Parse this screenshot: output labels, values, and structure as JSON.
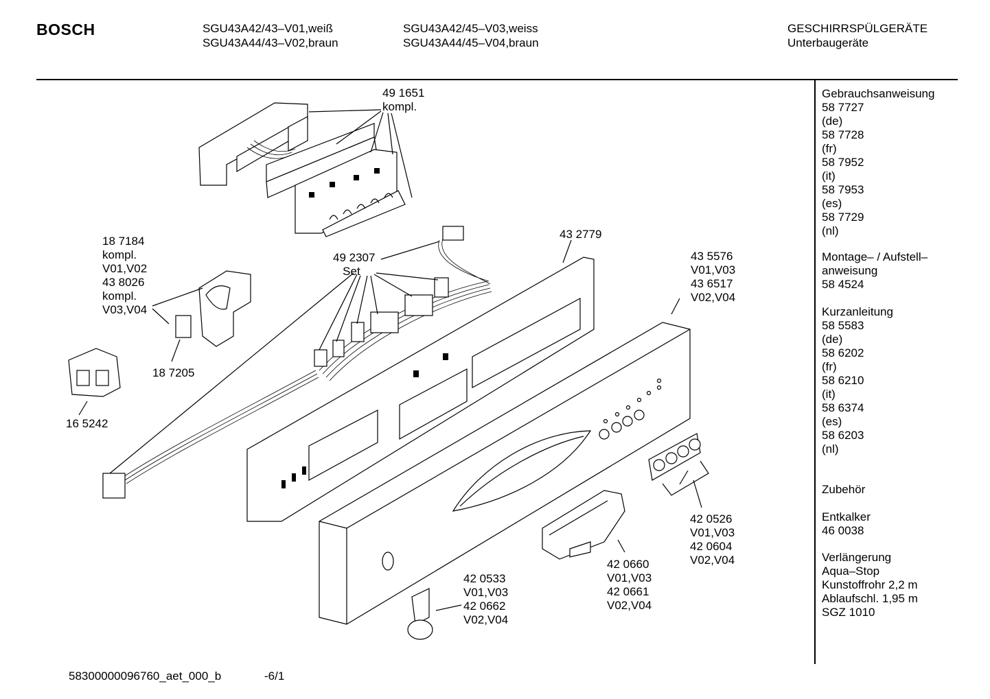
{
  "header": {
    "brand": "BOSCH",
    "models_col1": [
      "SGU43A42/43–V01,weiß",
      "SGU43A44/43–V02,braun"
    ],
    "models_col2": [
      "SGU43A42/45–V03,weiss",
      "SGU43A44/45–V04,braun"
    ],
    "category": [
      "GESCHIRRSPÜLGERÄTE",
      "Unterbaugeräte"
    ]
  },
  "parts": {
    "p491651": "49 1651\nkompl.",
    "p187184": "18 7184\nkompl.\nV01,V02\n43 8026\nkompl.\nV03,V04",
    "p187205": "18 7205",
    "p165242": "16 5242",
    "p492307": "49 2307\n   Set",
    "p432779": "43 2779",
    "p435576": "43 5576\nV01,V03\n43 6517\nV02,V04",
    "p420526": "42 0526\nV01,V03\n42 0604\nV02,V04",
    "p420660": "42 0660\nV01,V03\n42 0661\nV02,V04",
    "p420533": "42 0533\nV01,V03\n42 0662\nV02,V04"
  },
  "sidebar": {
    "manual": "Gebrauchsanweisung\n58 7727\n(de)\n58 7728\n(fr)\n58 7952\n(it)\n58 7953\n(es)\n58 7729\n(nl)",
    "mounting": "Montage– / Aufstell–\nanweisung\n58 4524",
    "quick": "Kurzanleitung\n58 5583\n(de)\n58 6202\n(fr)\n58 6210\n(it)\n58 6374\n(es)\n58 6203\n(nl)",
    "accessories": "Zubehör",
    "descaler": "Entkalker\n46 0038",
    "extension": "Verlängerung\nAqua–Stop\nKunstoffrohr 2,2 m\nAblaufschl. 1,95 m\nSGZ 1010"
  },
  "footer": {
    "doc_id": "58300000096760_aet_000_b",
    "page": "-6/1"
  }
}
